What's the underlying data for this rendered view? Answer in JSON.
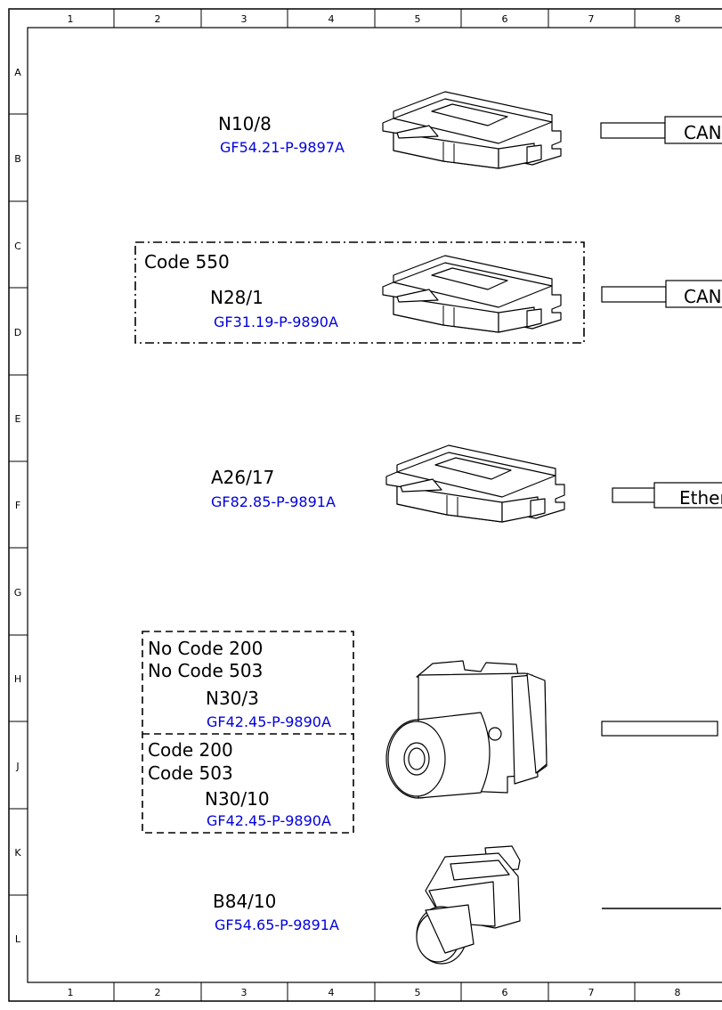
{
  "ruler": {
    "columns": [
      "1",
      "2",
      "3",
      "4",
      "5",
      "6",
      "7",
      "8"
    ],
    "rows": [
      "A",
      "B",
      "C",
      "D",
      "E",
      "F",
      "G",
      "H",
      "J",
      "K",
      "L"
    ]
  },
  "components": [
    {
      "codes": [],
      "ref": "N10/8",
      "doc_link": "GF54.21-P-9897A",
      "connector": "CAN"
    },
    {
      "codes": [
        "Code 550"
      ],
      "ref": "N28/1",
      "doc_link": "GF31.19-P-9890A",
      "connector": "CAN"
    },
    {
      "codes": [],
      "ref": "A26/17",
      "doc_link": "GF82.85-P-9891A",
      "connector": "Ethernet"
    },
    {
      "variants": [
        {
          "codes": [
            "No Code 200",
            "No Code 503"
          ],
          "ref": "N30/3",
          "doc_link": "GF42.45-P-9890A"
        },
        {
          "codes": [
            "Code 200",
            "Code 503"
          ],
          "ref": "N30/10",
          "doc_link": "GF42.45-P-9890A"
        }
      ],
      "connector": ""
    },
    {
      "codes": [],
      "ref": "B84/10",
      "doc_link": "GF54.65-P-9891A",
      "connector": ""
    }
  ],
  "icons": [
    "control-unit-icon",
    "control-unit-icon",
    "control-unit-icon",
    "esp-hydraulic-unit-icon",
    "camera-icon"
  ]
}
